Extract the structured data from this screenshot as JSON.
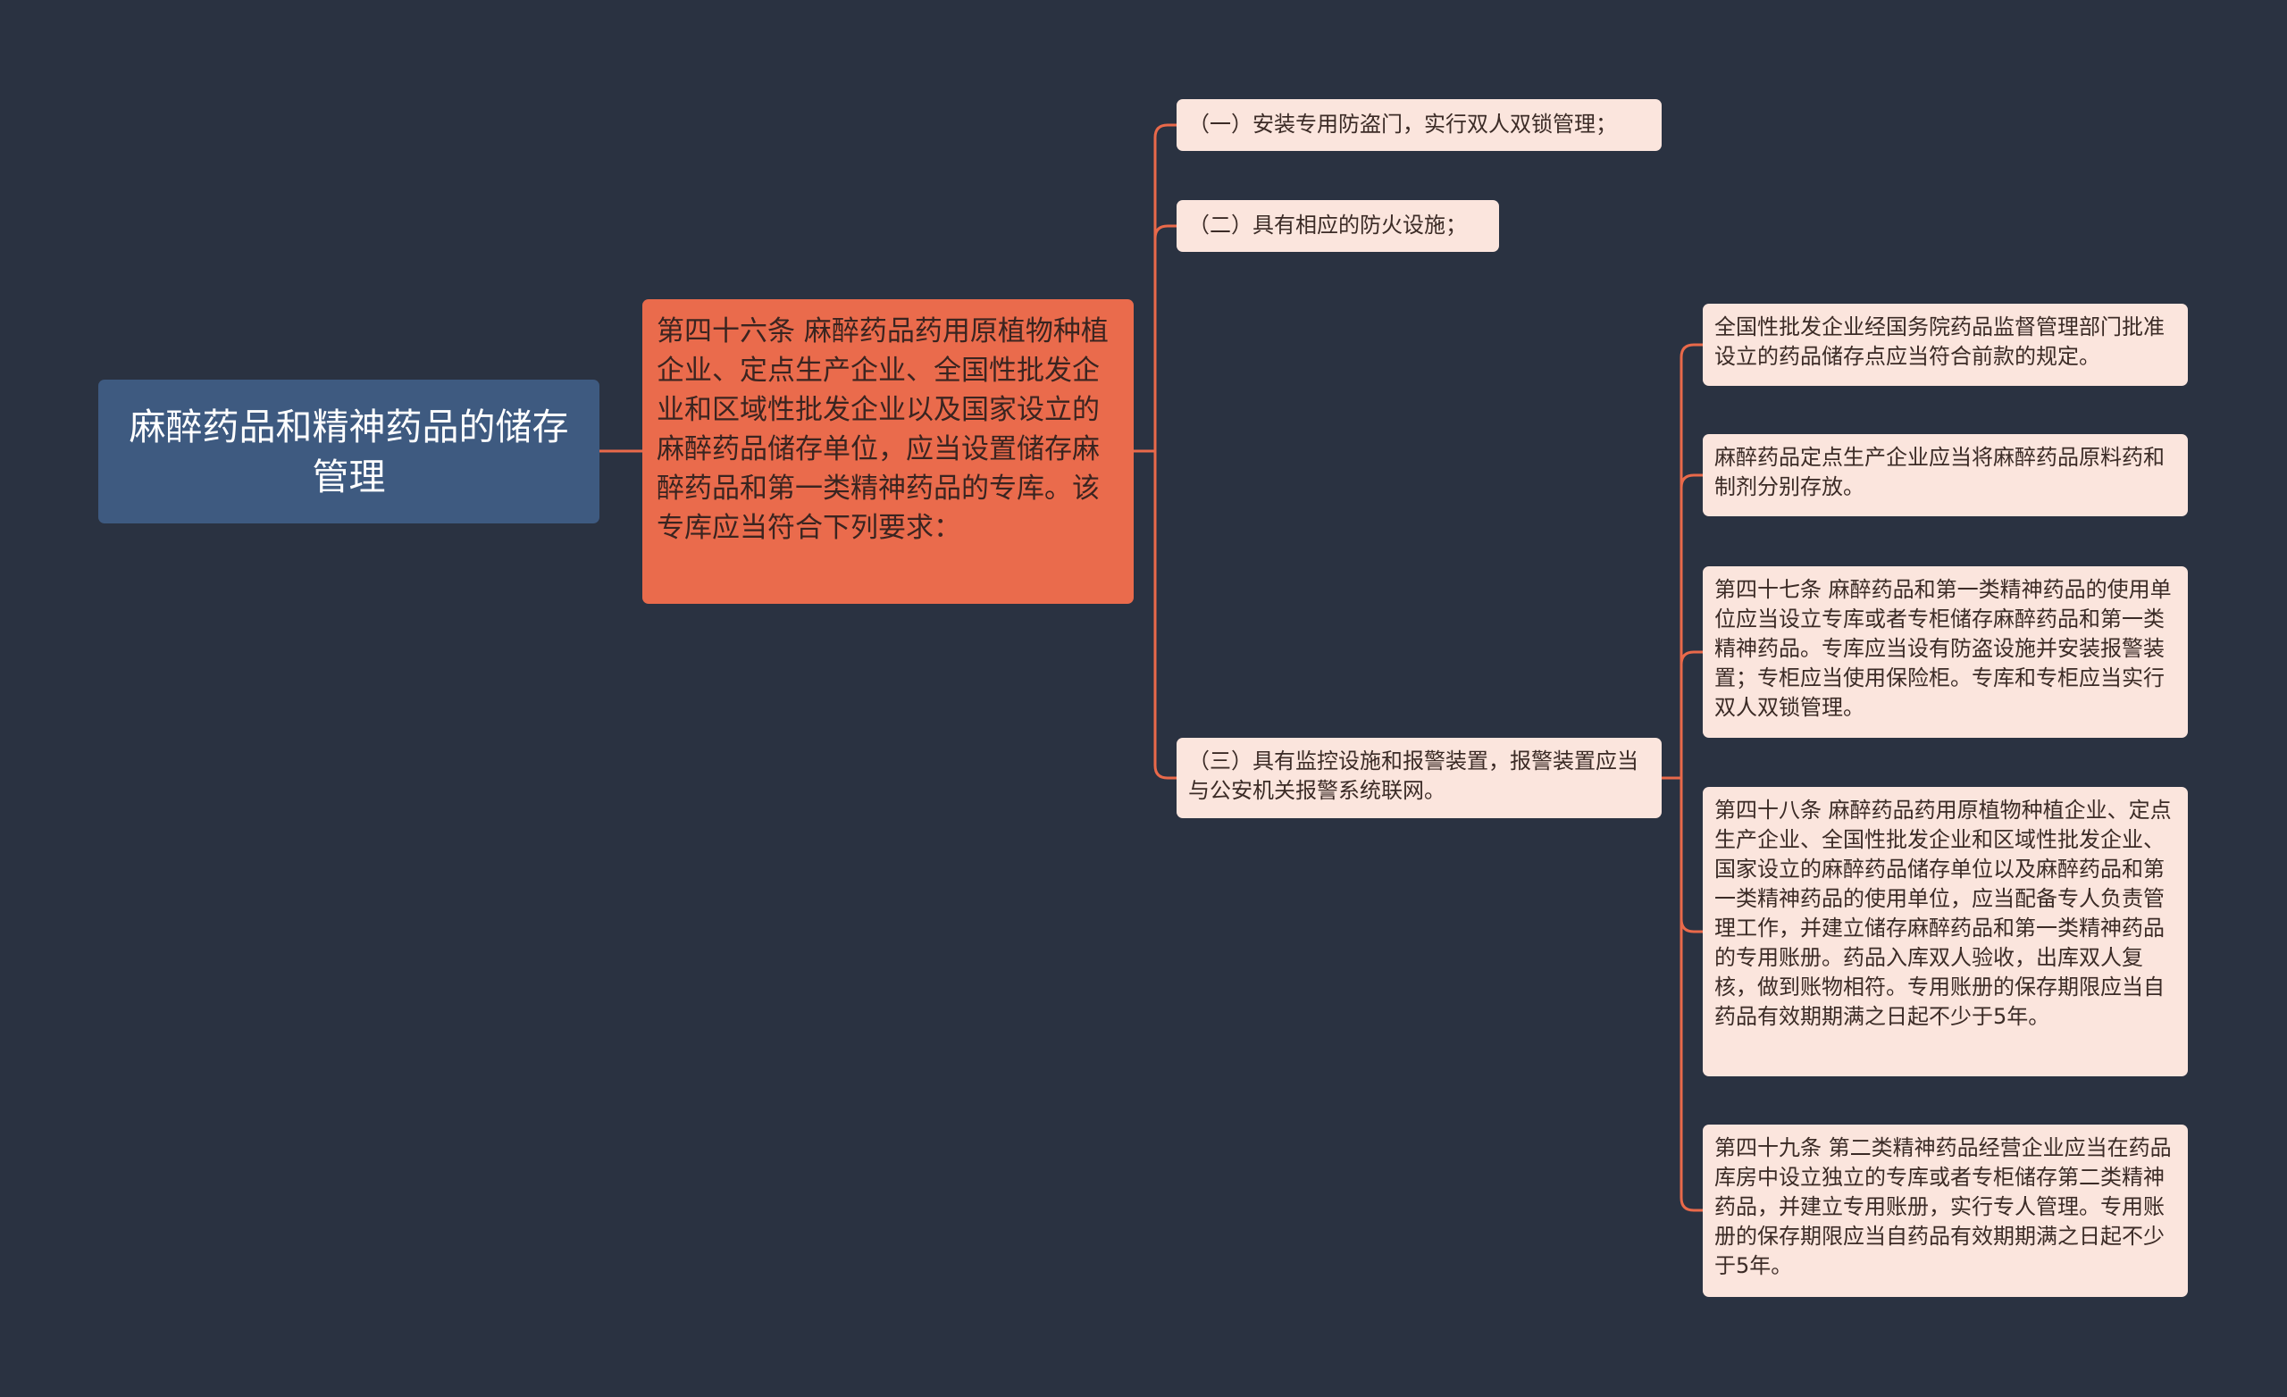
{
  "theme": {
    "background": "#2a3241",
    "edge_color": "#e9694a",
    "root_fill": "#3e5a80",
    "main_fill": "#ea6b4c",
    "leaf_fill": "#fbe5dd"
  },
  "mindmap": {
    "root": "麻醉药品和精神药品的储存管理",
    "main": "第四十六条 麻醉药品药用原植物种植企业、定点生产企业、全国性批发企业和区域性批发企业以及国家设立的麻醉药品储存单位，应当设置储存麻醉药品和第一类精神药品的专库。该专库应当符合下列要求：",
    "requirements": [
      "（一）安装专用防盗门，实行双人双锁管理；",
      "（二）具有相应的防火设施；",
      "（三）具有监控设施和报警装置，报警装置应当与公安机关报警系统联网。"
    ],
    "articles": [
      "全国性批发企业经国务院药品监督管理部门批准设立的药品储存点应当符合前款的规定。",
      "麻醉药品定点生产企业应当将麻醉药品原料药和制剂分别存放。",
      "第四十七条 麻醉药品和第一类精神药品的使用单位应当设立专库或者专柜储存麻醉药品和第一类精神药品。专库应当设有防盗设施并安装报警装置；专柜应当使用保险柜。专库和专柜应当实行双人双锁管理。",
      "第四十八条 麻醉药品药用原植物种植企业、定点生产企业、全国性批发企业和区域性批发企业、国家设立的麻醉药品储存单位以及麻醉药品和第一类精神药品的使用单位，应当配备专人负责管理工作，并建立储存麻醉药品和第一类精神药品的专用账册。药品入库双人验收，出库双人复核，做到账物相符。专用账册的保存期限应当自药品有效期期满之日起不少于5年。",
      "第四十九条 第二类精神药品经营企业应当在药品库房中设立独立的专库或者专柜储存第二类精神药品，并建立专用账册，实行专人管理。专用账册的保存期限应当自药品有效期期满之日起不少于5年。"
    ]
  }
}
